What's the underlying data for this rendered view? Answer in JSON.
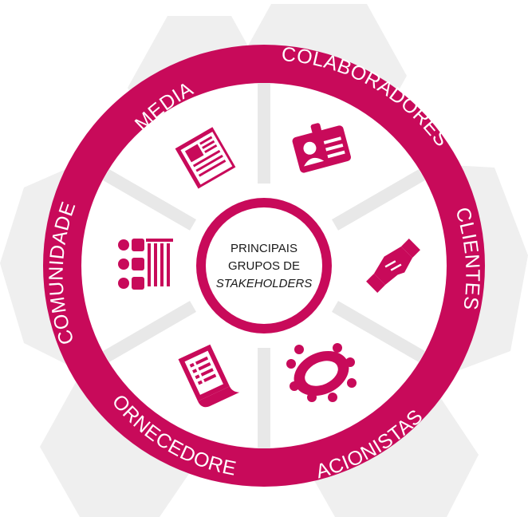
{
  "center": {
    "line1": "PRINCIPAIS",
    "line2": "GRUPOS DE",
    "line3": "STAKEHOLDERS"
  },
  "segments": [
    {
      "label": "MEDIA",
      "icon": "newspaper-icon"
    },
    {
      "label": "COLABORADORES",
      "icon": "id-badge-icon"
    },
    {
      "label": "CLIENTES",
      "icon": "handshake-icon"
    },
    {
      "label": "ACIONISTAS",
      "icon": "group-meeting-icon"
    },
    {
      "label": "FORNECEDORES",
      "icon": "receipt-scroll-icon"
    },
    {
      "label": "COMUNIDADE",
      "icon": "people-group-icon"
    }
  ],
  "colors": {
    "primary": "#C80A5A",
    "background_hex": "#EFEFEF",
    "wedge_fill": "#FFFFFF",
    "separator": "#E3E3E3"
  }
}
